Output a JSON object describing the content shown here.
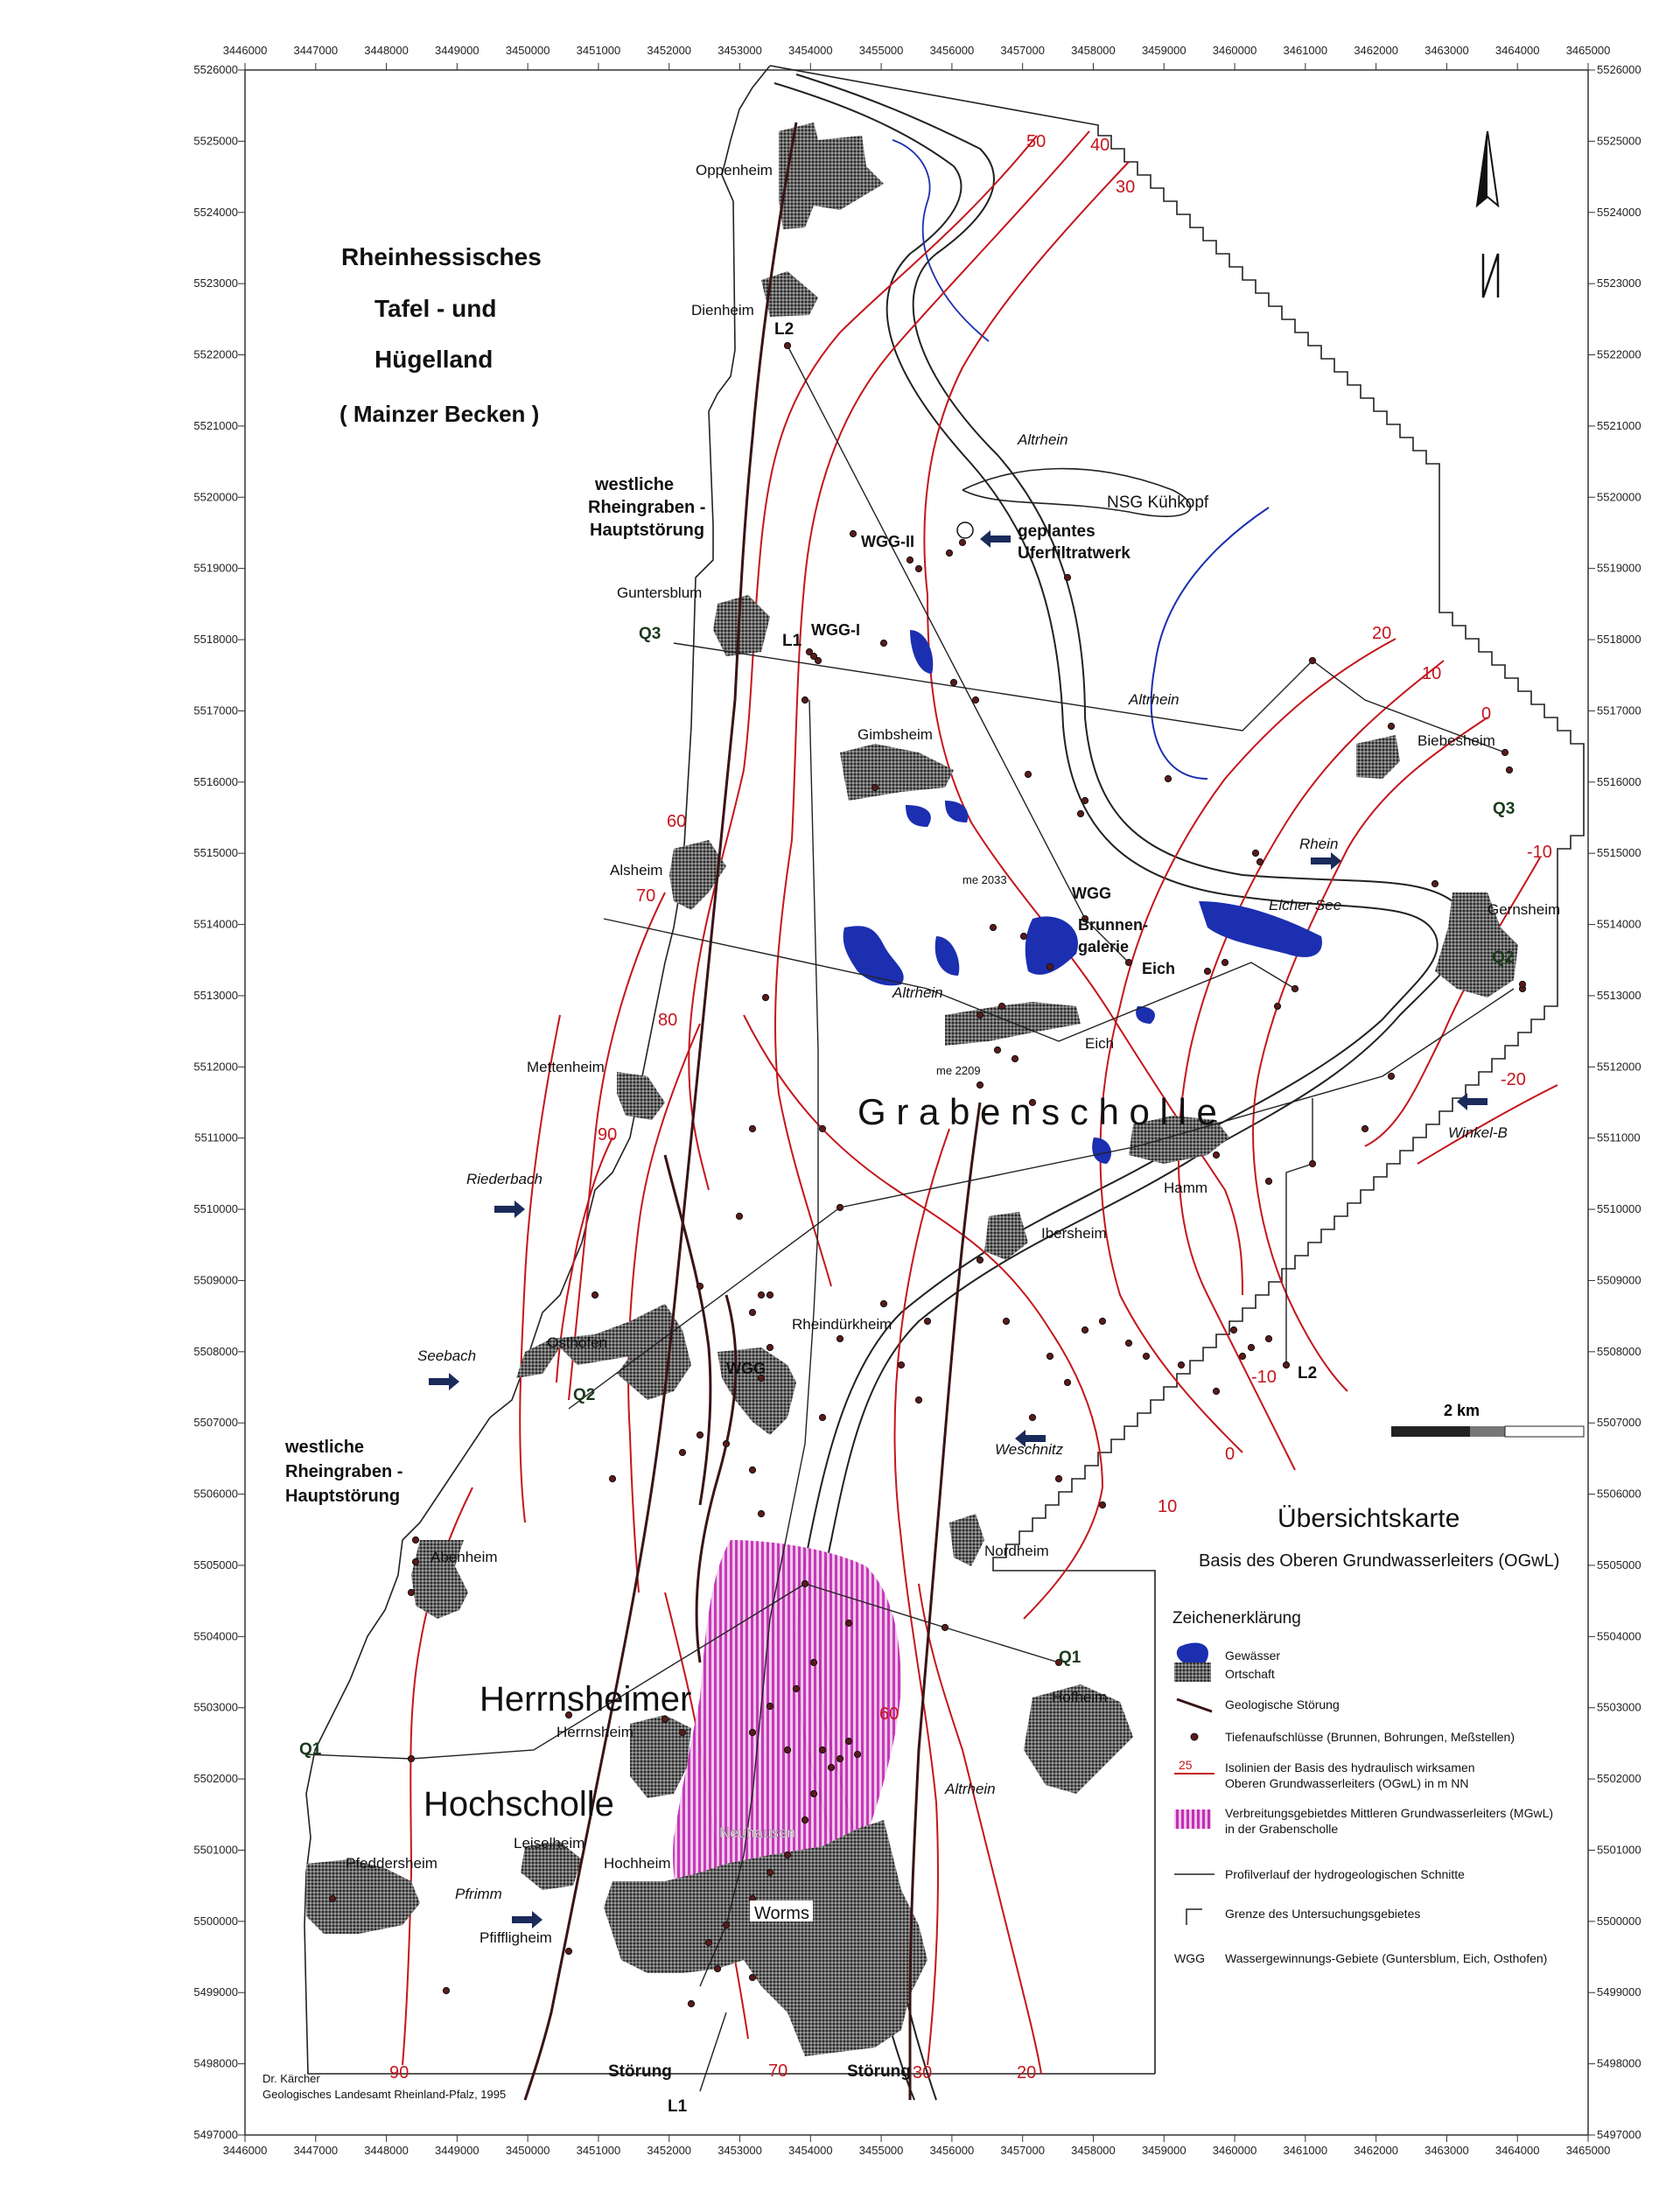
{
  "frame": {
    "x_ticks": [
      "3446000",
      "3447000",
      "3448000",
      "3449000",
      "3450000",
      "3451000",
      "3452000",
      "3453000",
      "3454000",
      "3455000",
      "3456000",
      "3457000",
      "3458000",
      "3459000",
      "3460000",
      "3461000",
      "3462000",
      "3463000",
      "3464000",
      "3465000"
    ],
    "y_ticks": [
      "5526000",
      "5525000",
      "5524000",
      "5523000",
      "5522000",
      "5521000",
      "5520000",
      "5519000",
      "5518000",
      "5517000",
      "5516000",
      "5515000",
      "5514000",
      "5513000",
      "5512000",
      "5511000",
      "5510000",
      "5509000",
      "5508000",
      "5507000",
      "5506000",
      "5505000",
      "5504000",
      "5503000",
      "5502000",
      "5501000",
      "5500000",
      "5499000",
      "5498000",
      "5497000"
    ]
  },
  "region_title": [
    "Rheinhessisches",
    "Tafel - und",
    "Hügelland",
    "( Mainzer Becken )"
  ],
  "fault_label_north": [
    "westliche",
    "Rheingraben -",
    "Hauptstörung"
  ],
  "fault_label_south": [
    "westliche",
    "Rheingraben -",
    "Hauptstörung"
  ],
  "map_title": "Übersichtskarte",
  "map_subtitle": "Basis des Oberen Grundwasserleiters (OGwL)",
  "scale_bar": "2 km",
  "grabenscholle": "G r a b e n s c h o l l e",
  "herrnsheimer": "Herrnsheimer",
  "hochscholle": "Hochscholle",
  "places": {
    "oppenheim": "Oppenheim",
    "dienheim": "Dienheim",
    "guntersblum": "Guntersblum",
    "gimbsheim": "Gimbsheim",
    "alsheim": "Alsheim",
    "mettenheim": "Mettenheim",
    "osthofen": "Osthofen",
    "abenheim": "Abenheim",
    "herrnsheim": "Herrnsheim",
    "pfeddersheim": "Pfeddersheim",
    "leiselheim": "Leiselheim",
    "hochheim": "Hochheim",
    "pfiffligheim": "Pfiffligheim",
    "neuhausen": "Neuhausen",
    "worms": "Worms",
    "rheindurkheim": "Rheindürkheim",
    "ibersheim": "Ibersheim",
    "hamm": "Hamm",
    "eich": "Eich",
    "nordheim": "Nordheim",
    "hofheim": "Hofheim",
    "biebesheim": "Biebesheim",
    "gernsheim": "Gernsheim",
    "nsg": "NSG Kühkopf"
  },
  "waters": {
    "altrhein1": "Altrhein",
    "altrhein2": "Altrhein",
    "altrhein3": "Altrhein",
    "altrhein4": "Altrhein",
    "rhein": "Rhein",
    "eicher_see": "Eicher See",
    "riederbach": "Riederbach",
    "seebach": "Seebach",
    "pfrimm": "Pfrimm",
    "weschnitz": "Weschnitz",
    "winkel": "Winkel-B"
  },
  "wgg": {
    "wgg2": "WGG-II",
    "wgg1": "WGG-I",
    "wgg": "WGG",
    "wgg_osthofen": "WGG",
    "brunnen1": "Brunnen-",
    "brunnen2": "galerie",
    "brunnen3": "Eich",
    "geplant1": "geplantes",
    "geplant2": "Uferfiltratwerk",
    "me2033": "me 2033",
    "me2209": "me 2209"
  },
  "profiles": {
    "l2_top": "L2",
    "l2_bottom": "L2",
    "l1_top": "L1",
    "l1_bottom": "L1",
    "q3_left": "Q3",
    "q3_right": "Q3",
    "q2_left": "Q2",
    "q2_right": "Q2",
    "q1_left": "Q1",
    "q1_right": "Q1"
  },
  "isolines": {
    "l50": "50",
    "l40": "40",
    "l30": "30",
    "l20": "20",
    "l10": "10",
    "l0": "0",
    "lm10": "-10",
    "lm20": "-20",
    "l60": "60",
    "l70": "70",
    "l80": "80",
    "l90": "90",
    "lm10b": "-10",
    "l0b": "0",
    "l10b": "10",
    "l60b": "60",
    "b90": "90",
    "b70": "70",
    "b30": "30",
    "b20": "20"
  },
  "stoerung_1": "Störung",
  "stoerung_2": "Störung",
  "legend": {
    "title": "Zeichenerklärung",
    "gewaesser": "Gewässer",
    "ortschaft": "Ortschaft",
    "stoerung": "Geologische Störung",
    "tiefen": "Tiefenaufschlüsse (Brunnen, Bohrungen, Meßstellen)",
    "iso_num": "25",
    "iso1": "Isolinien der Basis des hydraulisch wirksamen",
    "iso2": "Oberen Grundwasserleiters (OGwL) in m NN",
    "mgwl1": "Verbreitungsgebietdes Mittleren Grundwasserleiters (MGwL)",
    "mgwl2": "in der Grabenscholle",
    "profil": "Profilverlauf der hydrogeologischen Schnitte",
    "grenze": "Grenze des Untersuchungsgebietes",
    "wgg_key": "WGG",
    "wgg_text": "Wassergewinnungs-Gebiete (Guntersblum, Eich, Osthofen)"
  },
  "credit1": "Dr. Kärcher",
  "credit2": "Geologisches Landesamt Rheinland-Pfalz, 1995",
  "colors": {
    "isoline": "#c4161c",
    "water": "#1b2fb0",
    "fault": "#3a1416",
    "mgwl": "#c22fb4",
    "town": "#4a4a4a"
  }
}
